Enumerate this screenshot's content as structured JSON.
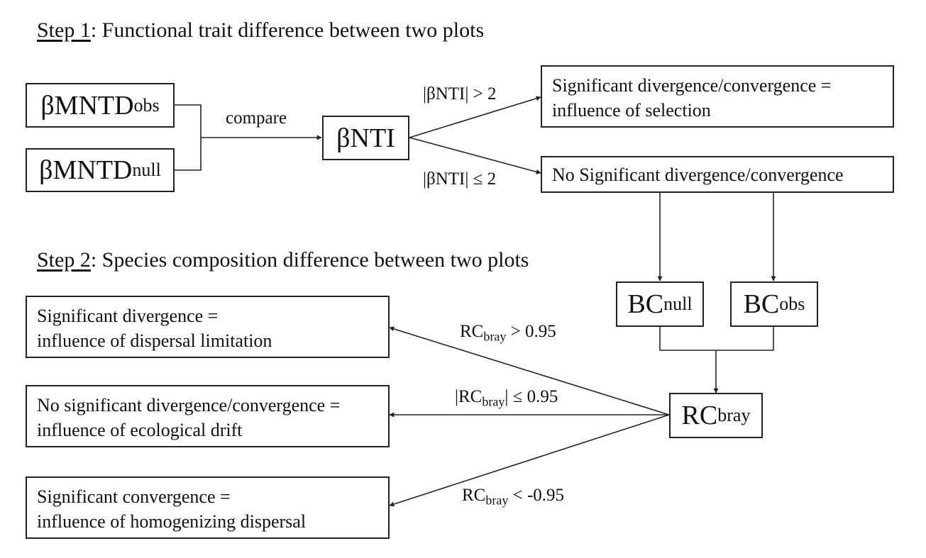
{
  "step1": {
    "prefix": "Step 1",
    "title": ": Functional trait difference between two plots"
  },
  "step2": {
    "prefix": "Step 2",
    "title": ": Species composition difference between two plots"
  },
  "nodes": {
    "bmntd_obs": {
      "base": "βMNTD",
      "sub": "obs"
    },
    "bmntd_null": {
      "base": "βMNTD",
      "sub": "null"
    },
    "bnti": {
      "text": "βNTI"
    },
    "sig_selection": {
      "line1": "Significant divergence/convergence =",
      "line2": "influence of selection"
    },
    "no_sig_step1": {
      "line1": "No Significant divergence/convergence"
    },
    "bc_null": {
      "base": "BC",
      "sub": "null"
    },
    "bc_obs": {
      "base": "BC",
      "sub": "obs"
    },
    "rc_bray": {
      "base": "RC",
      "sub": "bray"
    },
    "sig_dispersal_limitation": {
      "line1": "Significant divergence =",
      "line2": "influence of dispersal limitation"
    },
    "ecological_drift": {
      "line1": "No significant divergence/convergence =",
      "line2": "influence of ecological drift"
    },
    "homogenizing_dispersal": {
      "line1": "Significant convergence =",
      "line2": "influence of homogenizing dispersal"
    }
  },
  "edges": {
    "compare": "compare",
    "bnti_gt": "|βNTI| > 2",
    "bnti_le": "|βNTI| ≤ 2",
    "rc_gt": {
      "pre": "RC",
      "sub": "bray",
      "post": " > 0.95"
    },
    "rc_abs": {
      "pre": "|RC",
      "sub": "bray",
      "post": "| ≤ 0.95"
    },
    "rc_lt": {
      "pre": "RC",
      "sub": "bray",
      "post": " < -0.95"
    }
  }
}
